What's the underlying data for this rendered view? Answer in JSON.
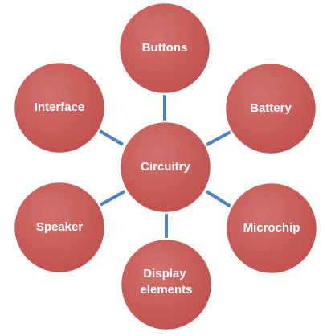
{
  "colors": {
    "node_fill": "#c0504d",
    "node_fill_light": "#d2726f",
    "node_stroke": "#ffffff",
    "connector": "#4f81bd",
    "label": "#ffffff",
    "background": "#ffffff"
  },
  "diagram": {
    "center": {
      "label": "Circuitry"
    },
    "nodes": [
      {
        "id": "buttons",
        "label": "Buttons"
      },
      {
        "id": "battery",
        "label": "Battery"
      },
      {
        "id": "microchip",
        "label": "Microchip"
      },
      {
        "id": "display-elements",
        "label": "Display elements"
      },
      {
        "id": "speaker",
        "label": "Speaker"
      },
      {
        "id": "interface",
        "label": "Interface"
      }
    ]
  }
}
